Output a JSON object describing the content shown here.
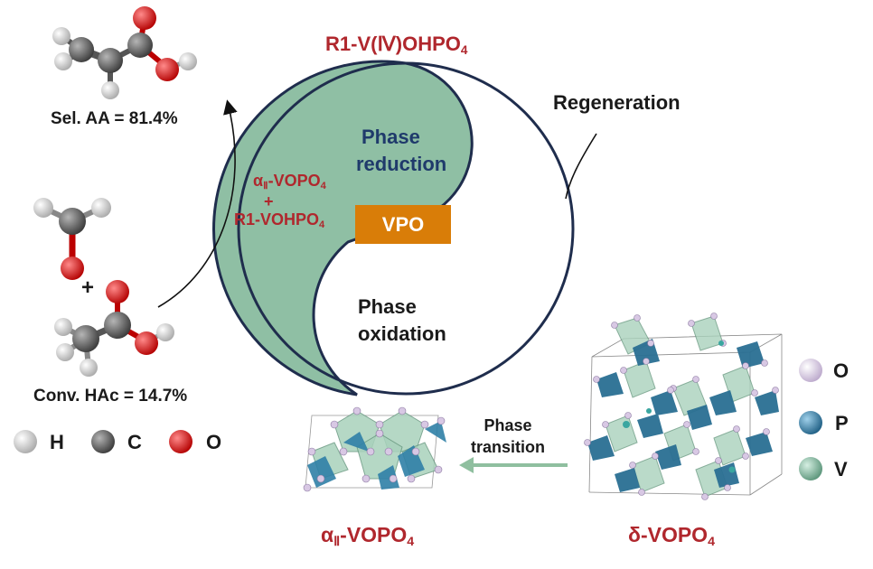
{
  "labels": {
    "top_title_pre": "R1-V(",
    "top_title_roman": "Ⅳ",
    "top_title_post": ")OHPO",
    "top_title_sub": "4",
    "regeneration": "Regeneration",
    "phase_reduction_line1": "Phase",
    "phase_reduction_line2": "reduction",
    "phase_oxidation_line1": "Phase",
    "phase_oxidation_line2": "oxidation",
    "vpo": "VPO",
    "mix_alpha": "α",
    "mix_alpha_sub": "Ⅱ",
    "mix_vopo": "-VOPO",
    "mix_vopo_sub": "4",
    "mix_plus": "+",
    "mix_r1": "R1-VOHPO",
    "mix_r1_sub": "4",
    "sel_aa": "Sel. AA = 81.4%",
    "conv_hac": "Conv. HAc = 14.7%",
    "plus": "+",
    "phase_transition_line1": "Phase",
    "phase_transition_line2": "transition",
    "alpha_name_alpha": "α",
    "alpha_name_sub": "Ⅱ",
    "alpha_name_rest": "-VOPO",
    "alpha_name_sub4": "4",
    "delta_name": "δ-VOPO",
    "delta_name_sub": "4"
  },
  "atom_legend_left": [
    {
      "symbol": "H",
      "color": "#e8e8e8"
    },
    {
      "symbol": "C",
      "color": "#5f5f5f"
    },
    {
      "symbol": "O",
      "color": "#e11b1b"
    }
  ],
  "atom_legend_right": [
    {
      "symbol": "O",
      "color": "#dcd0e6"
    },
    {
      "symbol": "P",
      "color": "#2f7fa6"
    },
    {
      "symbol": "V",
      "color": "#7ab59a"
    }
  ],
  "colors": {
    "accent_red": "#b0272d",
    "navy": "#1f3a6b",
    "phase_green": "#8fbfa4",
    "vpo_orange": "#d97d08",
    "arrow_green": "#8fbf9f"
  }
}
